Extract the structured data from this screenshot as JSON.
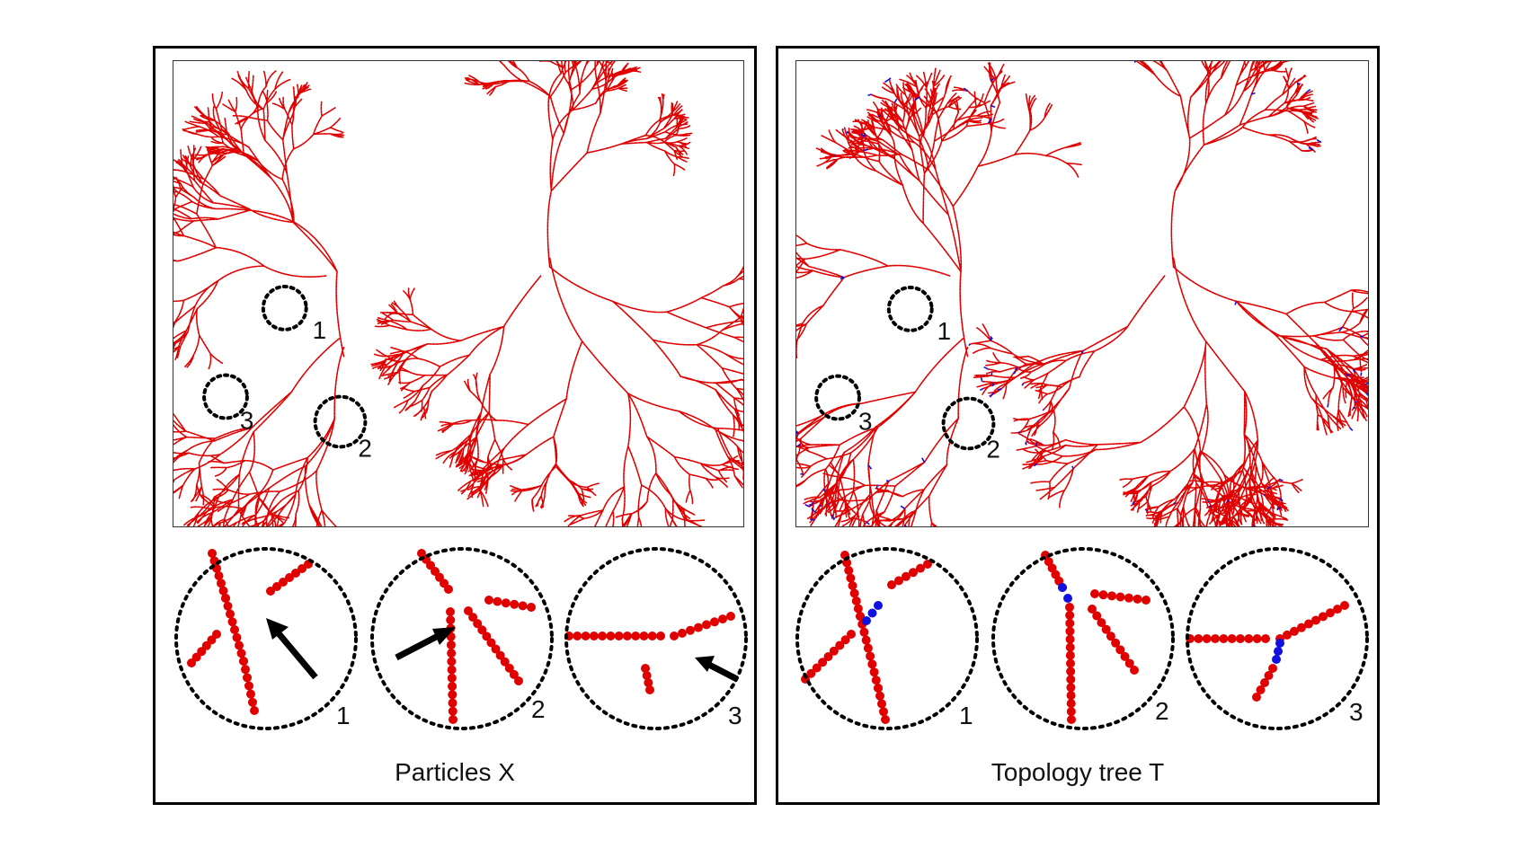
{
  "panels": [
    {
      "caption": "Particles X",
      "region_labels": [
        "1",
        "2",
        "3"
      ],
      "zoom_labels": [
        "1",
        "2",
        "3"
      ],
      "connector_color": "",
      "arrows": true
    },
    {
      "caption": "Topology tree T",
      "region_labels": [
        "1",
        "2",
        "3"
      ],
      "zoom_labels": [
        "1",
        "2",
        "3"
      ],
      "connector_color": "#1010e0",
      "arrows": false
    }
  ],
  "colors": {
    "particle": "#e00000",
    "connector": "#1010e0",
    "outline": "#000000"
  },
  "icons": [
    "dotted-circle-marker",
    "arrow-icon"
  ]
}
